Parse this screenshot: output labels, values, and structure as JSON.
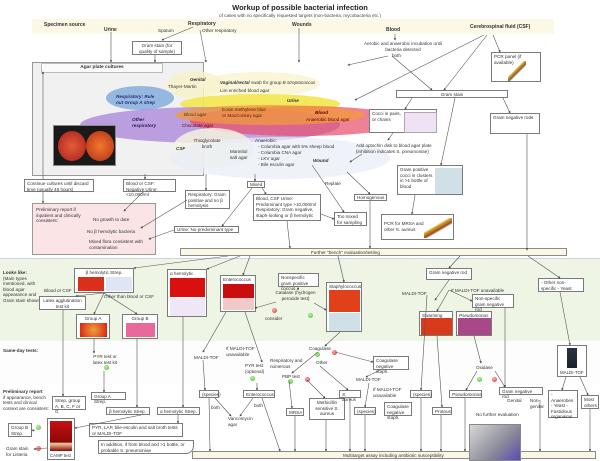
{
  "title": "Workup of possible bacterial infection",
  "subtitle": "of cases with no specifically requested targets (non-bacteria, mycobacteria etc.)",
  "colors": {
    "specimen_band": "#fbf8e6",
    "looks_like_band": "#eef5e4",
    "preliminary_box": "#fbe4e6",
    "bar_fill": "#fbf7e4",
    "positive": "#3fbf2a",
    "negative": "#d42a2a"
  },
  "specimen": {
    "label": "Specimen source",
    "urine": "Urine",
    "respiratory": "Respiratory",
    "sputum": "Sputum",
    "other_respiratory": "Other respiratory",
    "wounds": "Wounds",
    "blood": "Blood",
    "csf": "Cerebrospinal fluid (CSF)"
  },
  "top": {
    "gram_stain_quality": "Gram stain (for quality of sample)",
    "blood_incubation": "Aerobic and anaerobic incubation until bacteria detected",
    "both": "both",
    "pcr_panel": "PCR panel (if available)"
  },
  "agar": {
    "title": "Agar plate cultures",
    "genital": "Genital",
    "thayer_martin": "Thayer-Martin",
    "vaginal_rectal_bold": "Vaginal/rectal",
    "vaginal_rectal_rest": "swab for group B streptococcus",
    "lim_broth": "Lim enriched blood agar",
    "respiratory_rule_out_1": "Respiratory: Rule",
    "respiratory_rule_out_2": "out Group A strep",
    "urine": "Urine",
    "other_resp_1": "Other",
    "other_resp_2": "respiratory",
    "blood_agar": "Blood agar",
    "emb": "Eosin methylene blue",
    "emb2": "or MacConkey agar",
    "blood": "Blood",
    "anaerobic_blood_agar": "Anaerobic blood agar",
    "chocolate_agar": "Chocolate agar",
    "thioglycolate": "Thioglycolate broth",
    "csf": "CSF",
    "mannitol": "Mannitol salt agar",
    "anaerobic_title": "Anaerobic:",
    "anaerobic_items": [
      "- Columbia agar with 5% sheep blood",
      "- Columbia CNA agar",
      "- LKV agar",
      "- Bile esculin agar"
    ],
    "wound": "Wound"
  },
  "gram": {
    "gram_stain": "Gram stain",
    "cocci_pairs": "Cocci in pairs, or chains",
    "optochin": "Add optochin disk to blood agar plate (inhibition indicates S. pneumoniae)",
    "gram_neg_rods": "Gram negative rods",
    "gram_pos_clusters": "Gram positive cocci in clusters in >1 bottle of blood",
    "pcr_mrsa": "PCR for MRSA and other S. aureus"
  },
  "culture_results": {
    "continue": "Continue cultures until discard time (usually 48 hours)",
    "negative": "Blood or CSF: Negative Urine: <10,000/ml",
    "resp_gram_pos": "Respiratory: Gram positive and no β hemolysis",
    "mixed": "Mixed",
    "predominant": "Blood, CSF Urine: Predominant type >10,000/ml Respiratory: Gram negative, staph-looking or β hemolytic",
    "replate": "Replate",
    "too_mixed": "Too mixed for sampling",
    "homogenous": "Homogenous",
    "urine_no_predominant": "Urine: No predominant type",
    "preliminary": "Preliminary report if inpatient and clinically consistent:",
    "no_growth": "No growth to date",
    "no_beta": "No β hemolytic bacteria",
    "mixed_flora": "Mixed flora consistent with contamination",
    "further_bench": "Further \"bench\" evaluation/testing"
  },
  "rows": {
    "looks_like_title": "Looks like:",
    "looks_like_desc": "(Main types mentioned, with blood agar appearance and Gram stain shown)",
    "same_day_title": "Same-day tests:",
    "prelim_title": "Preliminary report",
    "prelim_desc": "if appearance, bench tests and clinical context are consistent:"
  },
  "looks_like": {
    "beta_strep": "β hemolytic Strep.",
    "blood_or_csf": "Blood or CSF",
    "other_than": "Other than blood or CSF",
    "latex_kit": "Latex agglutination test kit",
    "group_a": "Group A Strep.",
    "group_b": "Group B Strep.",
    "alpha_strep": "α hemolytic Strep.",
    "enterococcus": "Enterococcus",
    "nonspecific_cocci": "Nonspecific gram positive coccus",
    "catalase": "Catalase (hydrogen peroxide test)",
    "consider": "consider",
    "staphylococcus": "Staphylococcus",
    "gram_neg_rod": "Gram negative rod",
    "maldi_tof": "MALDI-TOF",
    "if_maldi_unavail": "If MALDI-TOF unavailable",
    "non_specific_gnr": "Non-specific gram negative rod",
    "swarming": "Swarming",
    "pseudomonas": "Pseudomonas",
    "other_nonspecific": "- Other non-specific - Yeast"
  },
  "same_day": {
    "pyr_latex": "PYR test or latex test kit",
    "maldi_tof": "MALDI-TOF",
    "if_maldi_unavail": "If MALDI-TOF unavailable",
    "pyr_optional": "PYR test (optional)",
    "coagulase": "Coagulase",
    "resp_numerous": "Respiratory and numerous",
    "other": "Other",
    "pbp_test": "PBP test",
    "coag_neg": "Coagulase negative staph.",
    "maldi_tof2": "MALDI-TOF",
    "if_maldi_unavail2": "If MALDI-TOF unavailable",
    "oxidase": "Oxidase",
    "maldi_box": "MALDI-TOF"
  },
  "prelim": {
    "strep_group": "Strep. group A, B, C, F or G",
    "group_a": "Group A Strep.",
    "beta_strep": "β hemolytic Strep.",
    "alpha_strep": "α hemolytic Strep.",
    "group_b": "Group B Strep.",
    "camp": "CAMP test",
    "gram_listeria": "Gram stain for Listeria",
    "pyr_lap": "PYR, LAP, bile-esculin and salt broth tests or MALDI-TOF",
    "in_addition": "In addition, if from blood and >1 bottle, or probable S. pneumoniae",
    "species1": "(species)",
    "both1": "both",
    "enterococcus": "Enterococcus",
    "both2": "both",
    "vancomycin": "Vancomycin agar",
    "mrsa": "MRSA",
    "mssa": "Methicillin sensitive S. aureus",
    "s_aureus": "S. aureus",
    "species2": "(species)",
    "coag_neg2": "Coagulase negative staph.",
    "species3": "(species)",
    "proteus": "Proteus",
    "pseudomonas": "Pseudomonas",
    "gnr": "Gram negative rod",
    "genital": "Genital",
    "non_genital": "Non-genital",
    "no_further": "No further evaluation",
    "anaerobes": "- Anaerobes - Yeast - Fastidious organisms",
    "most_others": "Most others"
  },
  "multitarget": "Multitarget assay including antibiotic susceptibility"
}
